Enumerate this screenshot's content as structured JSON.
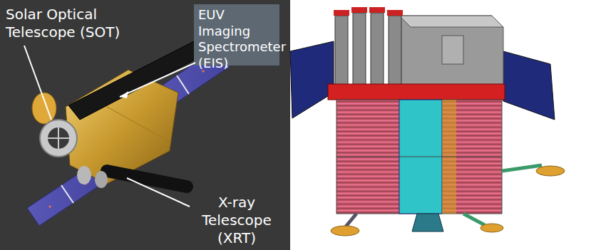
{
  "diagram": {
    "labels": [
      "Solar Optical Telescope (SOT)",
      "EUV Imaging Spectrometer (EIS)",
      "X-ray Telescope (XRT)"
    ]
  }
}
